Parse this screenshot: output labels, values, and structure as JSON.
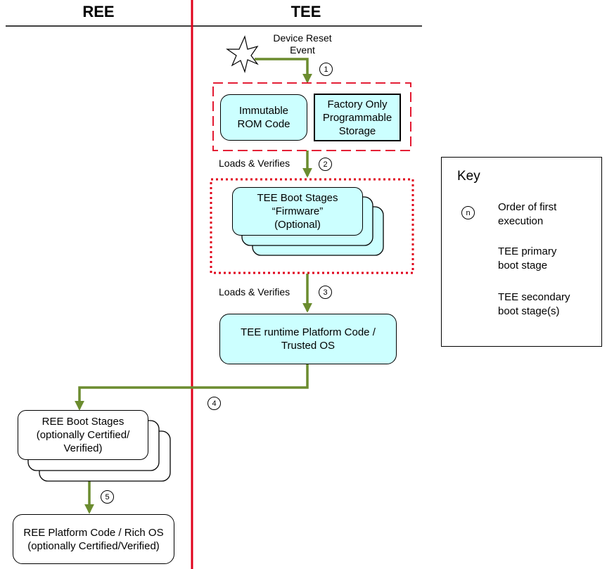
{
  "headers": {
    "ree": "REE",
    "tee": "TEE"
  },
  "event": {
    "label": "Device Reset Event"
  },
  "steps": [
    "1",
    "2",
    "3",
    "4",
    "5"
  ],
  "flow_labels": {
    "loads_verifies_1": "Loads & Verifies",
    "loads_verifies_2": "Loads & Verifies"
  },
  "boxes": {
    "rom": "Immutable ROM Code",
    "factory": "Factory Only Programmable Storage",
    "tee_boot_line1": "TEE Boot Stages",
    "tee_boot_line2": "“Firmware”",
    "tee_boot_line3": "(Optional)",
    "tee_runtime_line1": "TEE runtime Platform Code /",
    "tee_runtime_line2": "Trusted OS",
    "ree_boot_line1": "REE Boot Stages",
    "ree_boot_line2": "(optionally Certified/",
    "ree_boot_line3": "Verified)",
    "ree_platform_line1": "REE Platform Code / Rich OS",
    "ree_platform_line2": "(optionally Certified/Verified)"
  },
  "key": {
    "title": "Key",
    "symbol": "n",
    "order_line1": "Order of first",
    "order_line2": "execution",
    "primary_line1": "TEE primary",
    "primary_line2": "boot stage",
    "secondary_line1": "TEE secondary",
    "secondary_line2": "boot stage(s)"
  },
  "colors": {
    "divider": "#e0001b",
    "arrow": "#6b8c2f",
    "box_fill": "#ccffff",
    "dashed": "#e0001b"
  }
}
